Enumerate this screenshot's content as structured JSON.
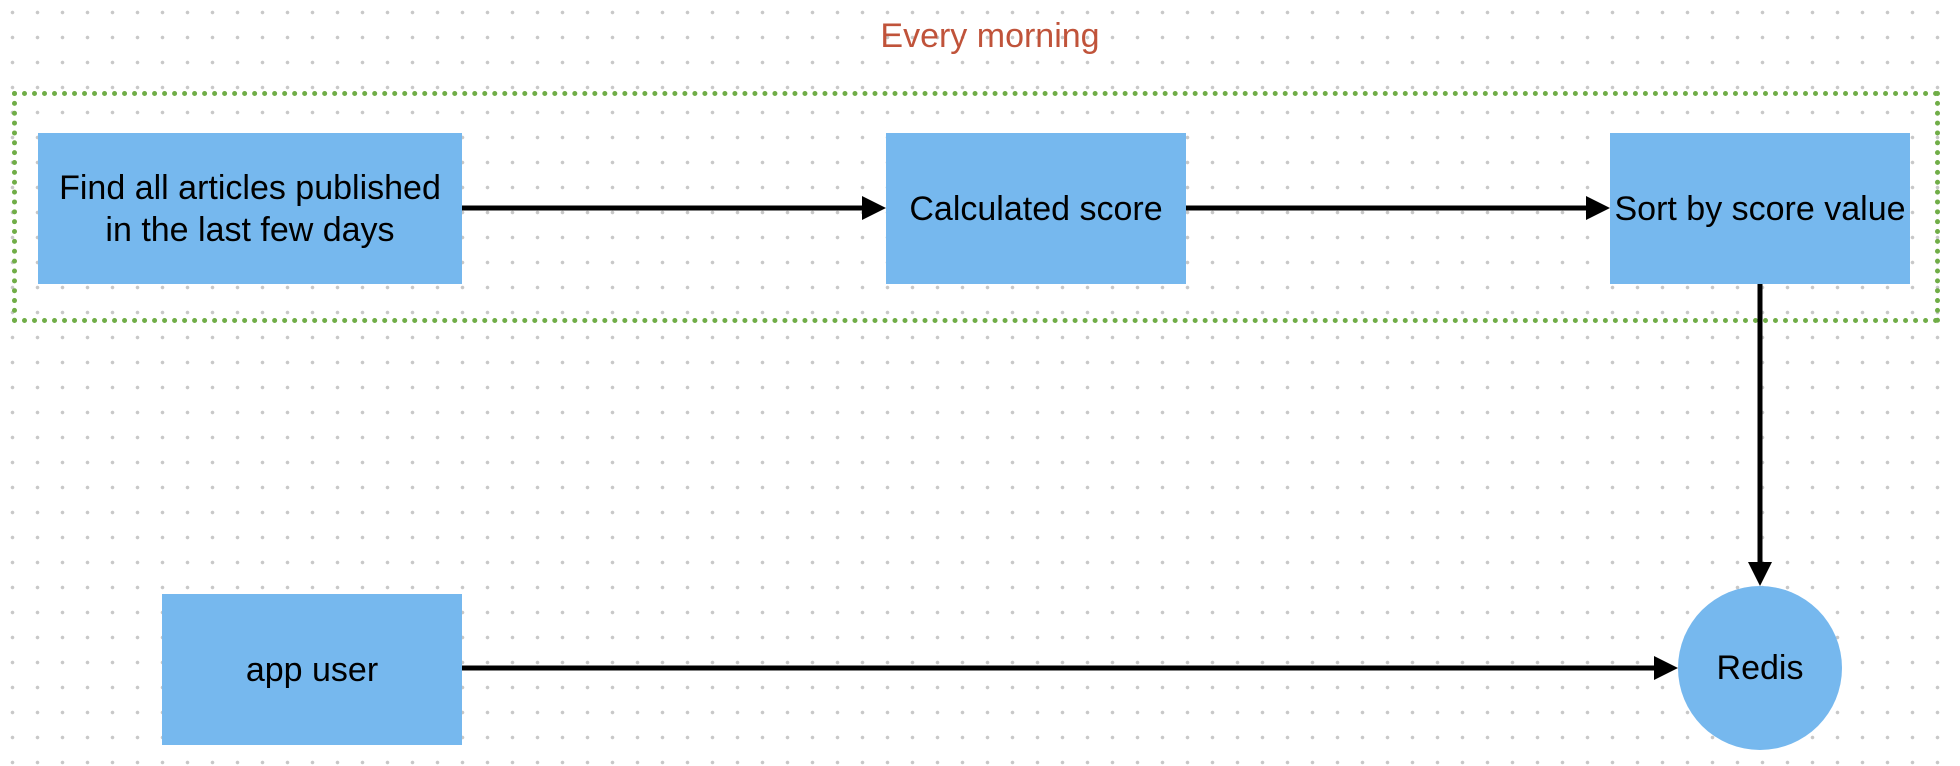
{
  "diagram": {
    "group": {
      "label": "Every morning",
      "label_color": "#c0533a",
      "border_color": "#70ad47"
    },
    "node_fill": "#76b8ee",
    "edge_color": "#000000",
    "nodes": {
      "find_articles": {
        "label": "Find all articles published\nin the last few days"
      },
      "calculate_score": {
        "label": "Calculated score"
      },
      "sort_by_score": {
        "label": "Sort by score value"
      },
      "app_user": {
        "label": "app user"
      },
      "redis": {
        "label": "Redis"
      }
    },
    "edges": [
      {
        "from": "Find all articles published in the last few days",
        "to": "Calculated score"
      },
      {
        "from": "Calculated score",
        "to": "Sort by score value"
      },
      {
        "from": "Sort by score value",
        "to": "Redis"
      },
      {
        "from": "app user",
        "to": "Redis"
      }
    ]
  }
}
